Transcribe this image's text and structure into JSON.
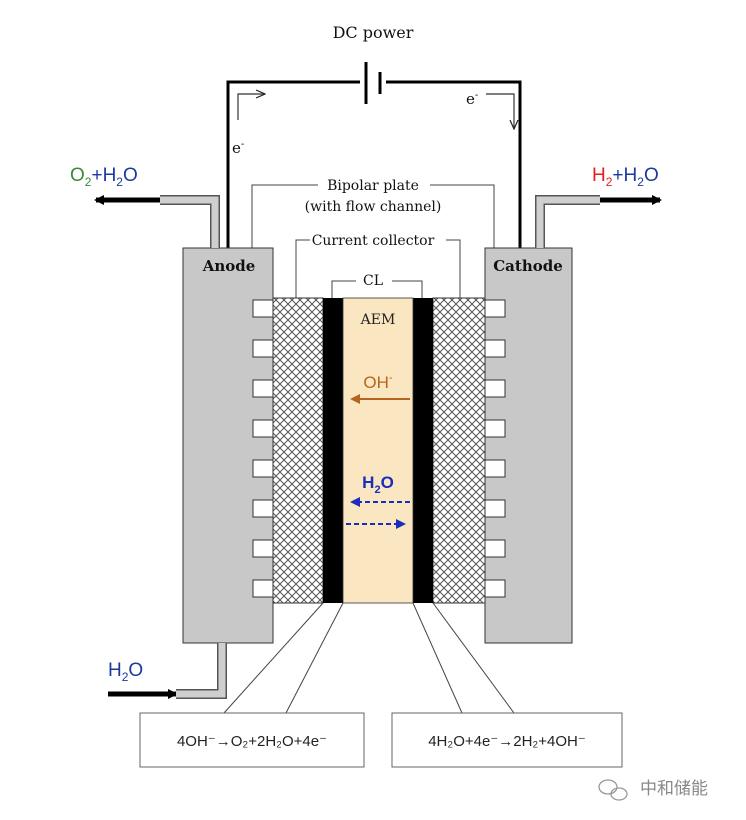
{
  "title": "DC power",
  "electron_left": {
    "base": "e",
    "sup": "-"
  },
  "electron_right": {
    "base": "e",
    "sup": "-"
  },
  "labels": {
    "bipolar_plate_line1": "Bipolar plate",
    "bipolar_plate_line2": "(with flow channel)",
    "current_collector": "Current collector",
    "cl": "CL",
    "aem": "AEM",
    "anode": "Anode",
    "cathode": "Cathode"
  },
  "outlets": {
    "left": {
      "o2": "O",
      "o2_sub": "2",
      "plus": "+H",
      "h2o_sub": "2",
      "o": "O"
    },
    "right": {
      "h2": "H",
      "h2_sub": "2",
      "plus": "+H",
      "h2o_sub": "2",
      "o": "O"
    },
    "inlet": {
      "h": "H",
      "sub": "2",
      "o": "O"
    }
  },
  "membrane_species": {
    "oh": {
      "base": "OH",
      "sup": "-"
    },
    "water": {
      "h": "H",
      "sub": "2",
      "o": "O"
    }
  },
  "equations": {
    "anode": "4OH⁻→O₂+2H₂O+4e⁻",
    "cathode": "4H₂O+4e⁻→2H₂+4OH⁻"
  },
  "watermark": "中和储能",
  "colors": {
    "plate": "#c8c8c8",
    "membrane": "#fbe6c2",
    "catalyst_layer": "#000000",
    "oh_arrow": "#b5651d",
    "water_arrow": "#1a2dbf",
    "oxygen_green": "#3a8a3a",
    "hydrogen_red": "#e02020",
    "water_blue": "#1a3aa0"
  }
}
